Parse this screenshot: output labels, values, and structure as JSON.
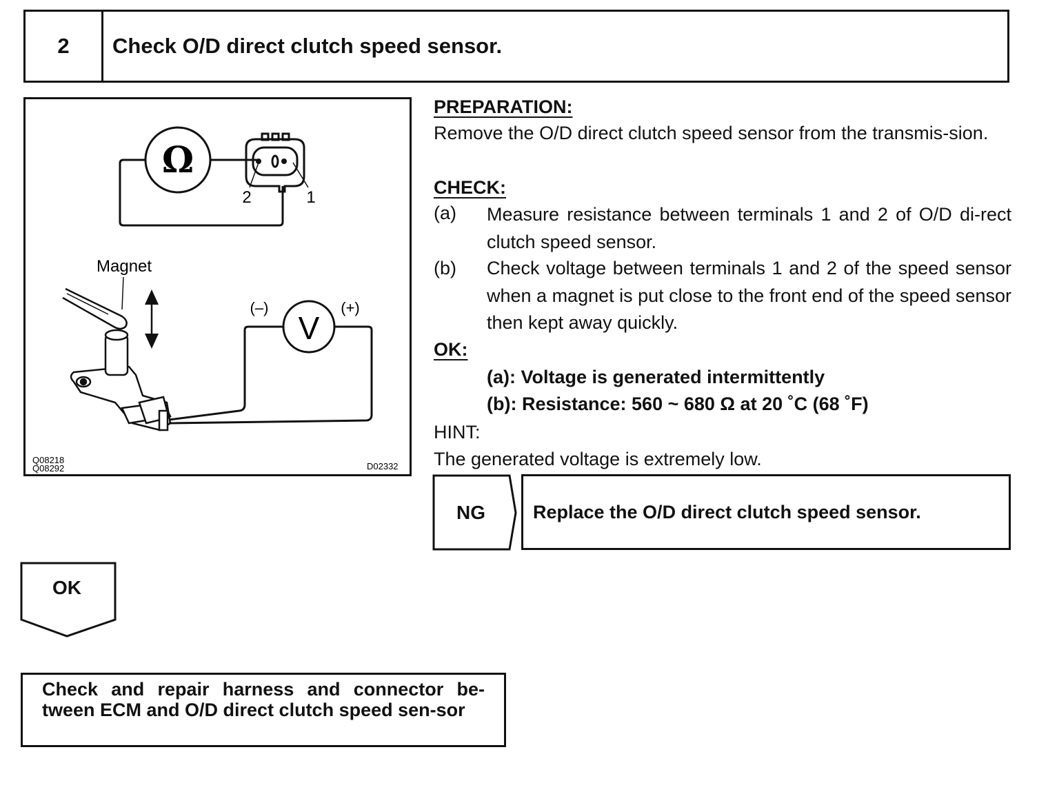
{
  "step": {
    "number": "2",
    "title": "Check O/D direct clutch speed sensor."
  },
  "figure": {
    "ohm_symbol": "Ω",
    "volt_symbol": "V",
    "terminal_2": "2",
    "terminal_1": "1",
    "magnet_label": "Magnet",
    "minus_label": "(–)",
    "plus_label": "(+)",
    "code_left_1": "Q08218",
    "code_left_2": "Q08292",
    "code_right": "D02332"
  },
  "preparation": {
    "heading": "PREPARATION:",
    "text": "Remove the O/D direct clutch speed sensor from the transmis-sion."
  },
  "check": {
    "heading": "CHECK:",
    "items": [
      {
        "label": "(a)",
        "text": "Measure resistance between terminals 1 and 2 of O/D di-rect clutch speed sensor."
      },
      {
        "label": "(b)",
        "text": "Check voltage between terminals 1 and 2 of the speed sensor when a magnet is put close to the front end of the speed sensor then kept away quickly."
      }
    ]
  },
  "ok_result": {
    "heading": "OK:",
    "line_a": "(a): Voltage is generated intermittently",
    "line_b": "(b): Resistance: 560 ~ 680 Ω at 20 ˚C (68 ˚F)"
  },
  "hint": {
    "heading": "HINT:",
    "text": "The generated voltage is extremely low."
  },
  "ng_branch": {
    "label": "NG",
    "action": "Replace the O/D direct clutch speed sensor."
  },
  "ok_branch": {
    "label": "OK",
    "action": "Check and repair harness and connector be-tween ECM and O/D direct clutch speed sen-sor"
  }
}
